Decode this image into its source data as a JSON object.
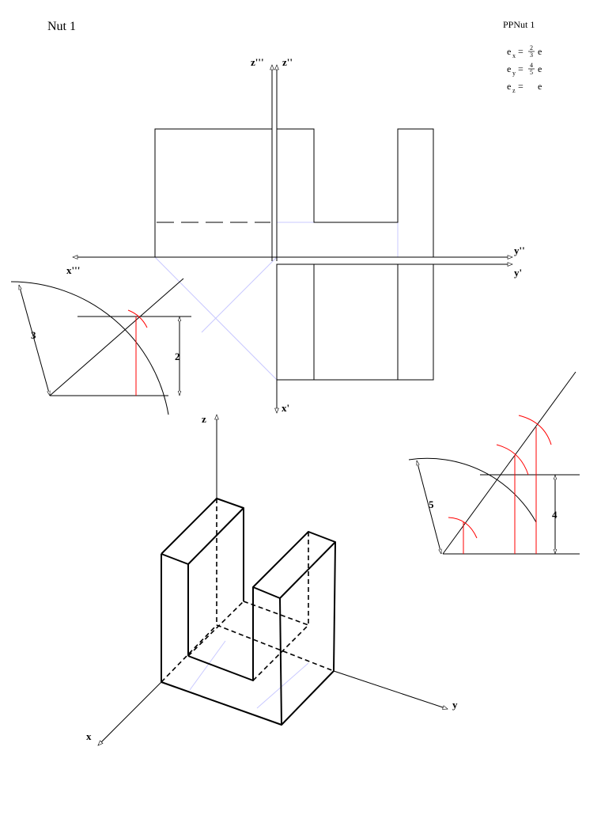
{
  "title": "Nut 1",
  "sheet_code": "PPNut 1",
  "scale_factors": [
    {
      "sym": "e",
      "sub": "x",
      "eq": "=",
      "num": "2",
      "den": "3",
      "unit": "e"
    },
    {
      "sym": "e",
      "sub": "y",
      "eq": "=",
      "num": "4",
      "den": "5",
      "unit": "e"
    },
    {
      "sym": "e",
      "sub": "z",
      "eq": "=",
      "num": "",
      "den": "",
      "unit": "e"
    }
  ],
  "axis_labels": {
    "z3": "z'''",
    "z2": "z''",
    "y2": "y''",
    "y1": "y'",
    "x3": "x'''",
    "x1": "x'",
    "z": "z",
    "y": "y",
    "x": "x"
  },
  "dimensions": {
    "d3": "3",
    "d2": "2",
    "d5": "5",
    "d4": "4"
  },
  "colors": {
    "ink": "#000000",
    "construction": "#c8c8ff",
    "red": "#ff0000"
  }
}
